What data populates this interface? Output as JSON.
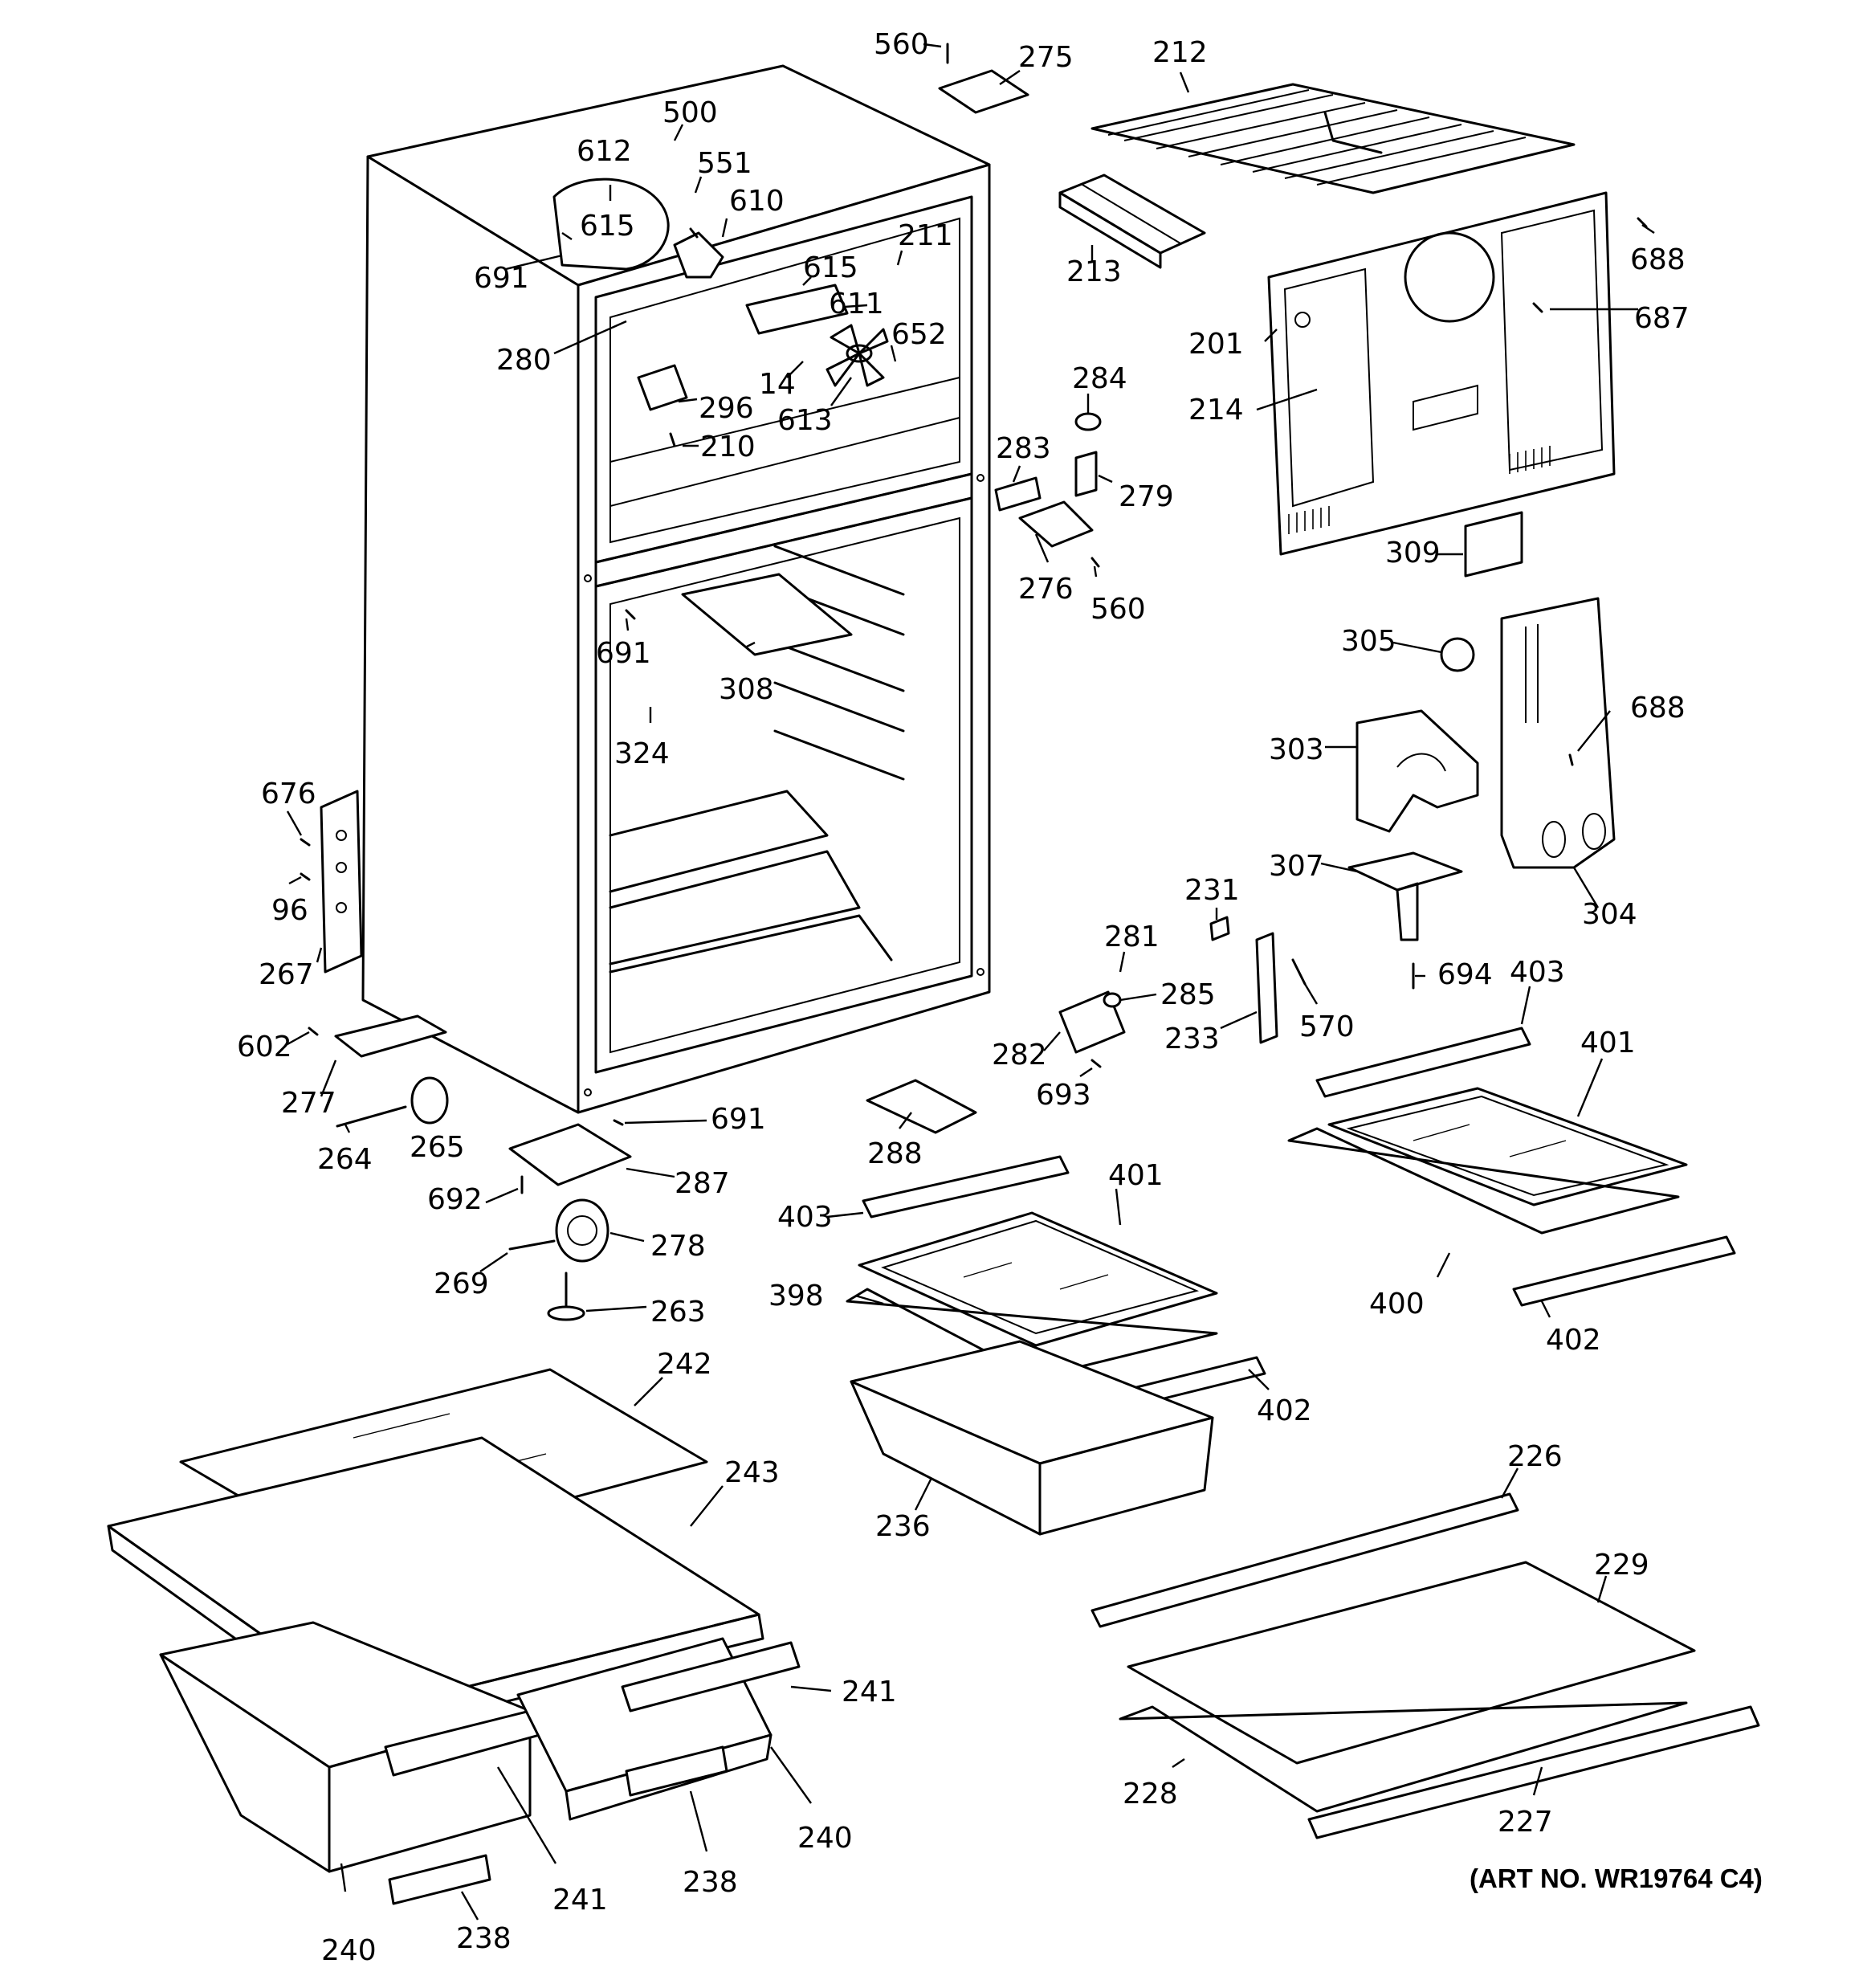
{
  "art_number": "(ART NO. WR19764 C4)",
  "callouts": [
    {
      "id": "c560a",
      "label": "560"
    },
    {
      "id": "c275",
      "label": "275"
    },
    {
      "id": "c212",
      "label": "212"
    },
    {
      "id": "c500",
      "label": "500"
    },
    {
      "id": "c612",
      "label": "612"
    },
    {
      "id": "c551",
      "label": "551"
    },
    {
      "id": "c610",
      "label": "610"
    },
    {
      "id": "c615a",
      "label": "615"
    },
    {
      "id": "c691a",
      "label": "691"
    },
    {
      "id": "c615b",
      "label": "615"
    },
    {
      "id": "c211",
      "label": "211"
    },
    {
      "id": "c611",
      "label": "611"
    },
    {
      "id": "c280",
      "label": "280"
    },
    {
      "id": "c652",
      "label": "652"
    },
    {
      "id": "c14",
      "label": "14"
    },
    {
      "id": "c296",
      "label": "296"
    },
    {
      "id": "c613",
      "label": "613"
    },
    {
      "id": "c210",
      "label": "210"
    },
    {
      "id": "c213",
      "label": "213"
    },
    {
      "id": "c688a",
      "label": "688"
    },
    {
      "id": "c687",
      "label": "687"
    },
    {
      "id": "c201",
      "label": "201"
    },
    {
      "id": "c284",
      "label": "284"
    },
    {
      "id": "c214",
      "label": "214"
    },
    {
      "id": "c283",
      "label": "283"
    },
    {
      "id": "c279",
      "label": "279"
    },
    {
      "id": "c276",
      "label": "276"
    },
    {
      "id": "c560b",
      "label": "560"
    },
    {
      "id": "c309",
      "label": "309"
    },
    {
      "id": "c691b",
      "label": "691"
    },
    {
      "id": "c308",
      "label": "308"
    },
    {
      "id": "c324",
      "label": "324"
    },
    {
      "id": "c305",
      "label": "305"
    },
    {
      "id": "c688b",
      "label": "688"
    },
    {
      "id": "c303",
      "label": "303"
    },
    {
      "id": "c676",
      "label": "676"
    },
    {
      "id": "c96",
      "label": "96"
    },
    {
      "id": "c267",
      "label": "267"
    },
    {
      "id": "c307",
      "label": "307"
    },
    {
      "id": "c304",
      "label": "304"
    },
    {
      "id": "c231",
      "label": "231"
    },
    {
      "id": "c281",
      "label": "281"
    },
    {
      "id": "c285",
      "label": "285"
    },
    {
      "id": "c694",
      "label": "694"
    },
    {
      "id": "c403a",
      "label": "403"
    },
    {
      "id": "c602",
      "label": "602"
    },
    {
      "id": "c233",
      "label": "233"
    },
    {
      "id": "c570",
      "label": "570"
    },
    {
      "id": "c282",
      "label": "282"
    },
    {
      "id": "c401a",
      "label": "401"
    },
    {
      "id": "c277",
      "label": "277"
    },
    {
      "id": "c693",
      "label": "693"
    },
    {
      "id": "c691c",
      "label": "691"
    },
    {
      "id": "c264",
      "label": "264"
    },
    {
      "id": "c265",
      "label": "265"
    },
    {
      "id": "c288",
      "label": "288"
    },
    {
      "id": "c287",
      "label": "287"
    },
    {
      "id": "c401b",
      "label": "401"
    },
    {
      "id": "c692",
      "label": "692"
    },
    {
      "id": "c403b",
      "label": "403"
    },
    {
      "id": "c278",
      "label": "278"
    },
    {
      "id": "c400",
      "label": "400"
    },
    {
      "id": "c269",
      "label": "269"
    },
    {
      "id": "c398",
      "label": "398"
    },
    {
      "id": "c263",
      "label": "263"
    },
    {
      "id": "c402a",
      "label": "402"
    },
    {
      "id": "c242",
      "label": "242"
    },
    {
      "id": "c402b",
      "label": "402"
    },
    {
      "id": "c243",
      "label": "243"
    },
    {
      "id": "c226",
      "label": "226"
    },
    {
      "id": "c236",
      "label": "236"
    },
    {
      "id": "c229",
      "label": "229"
    },
    {
      "id": "c241a",
      "label": "241"
    },
    {
      "id": "c228",
      "label": "228"
    },
    {
      "id": "c227",
      "label": "227"
    },
    {
      "id": "c240a",
      "label": "240"
    },
    {
      "id": "c241b",
      "label": "241"
    },
    {
      "id": "c238a",
      "label": "238"
    },
    {
      "id": "c238b",
      "label": "238"
    },
    {
      "id": "c240b",
      "label": "240"
    }
  ]
}
